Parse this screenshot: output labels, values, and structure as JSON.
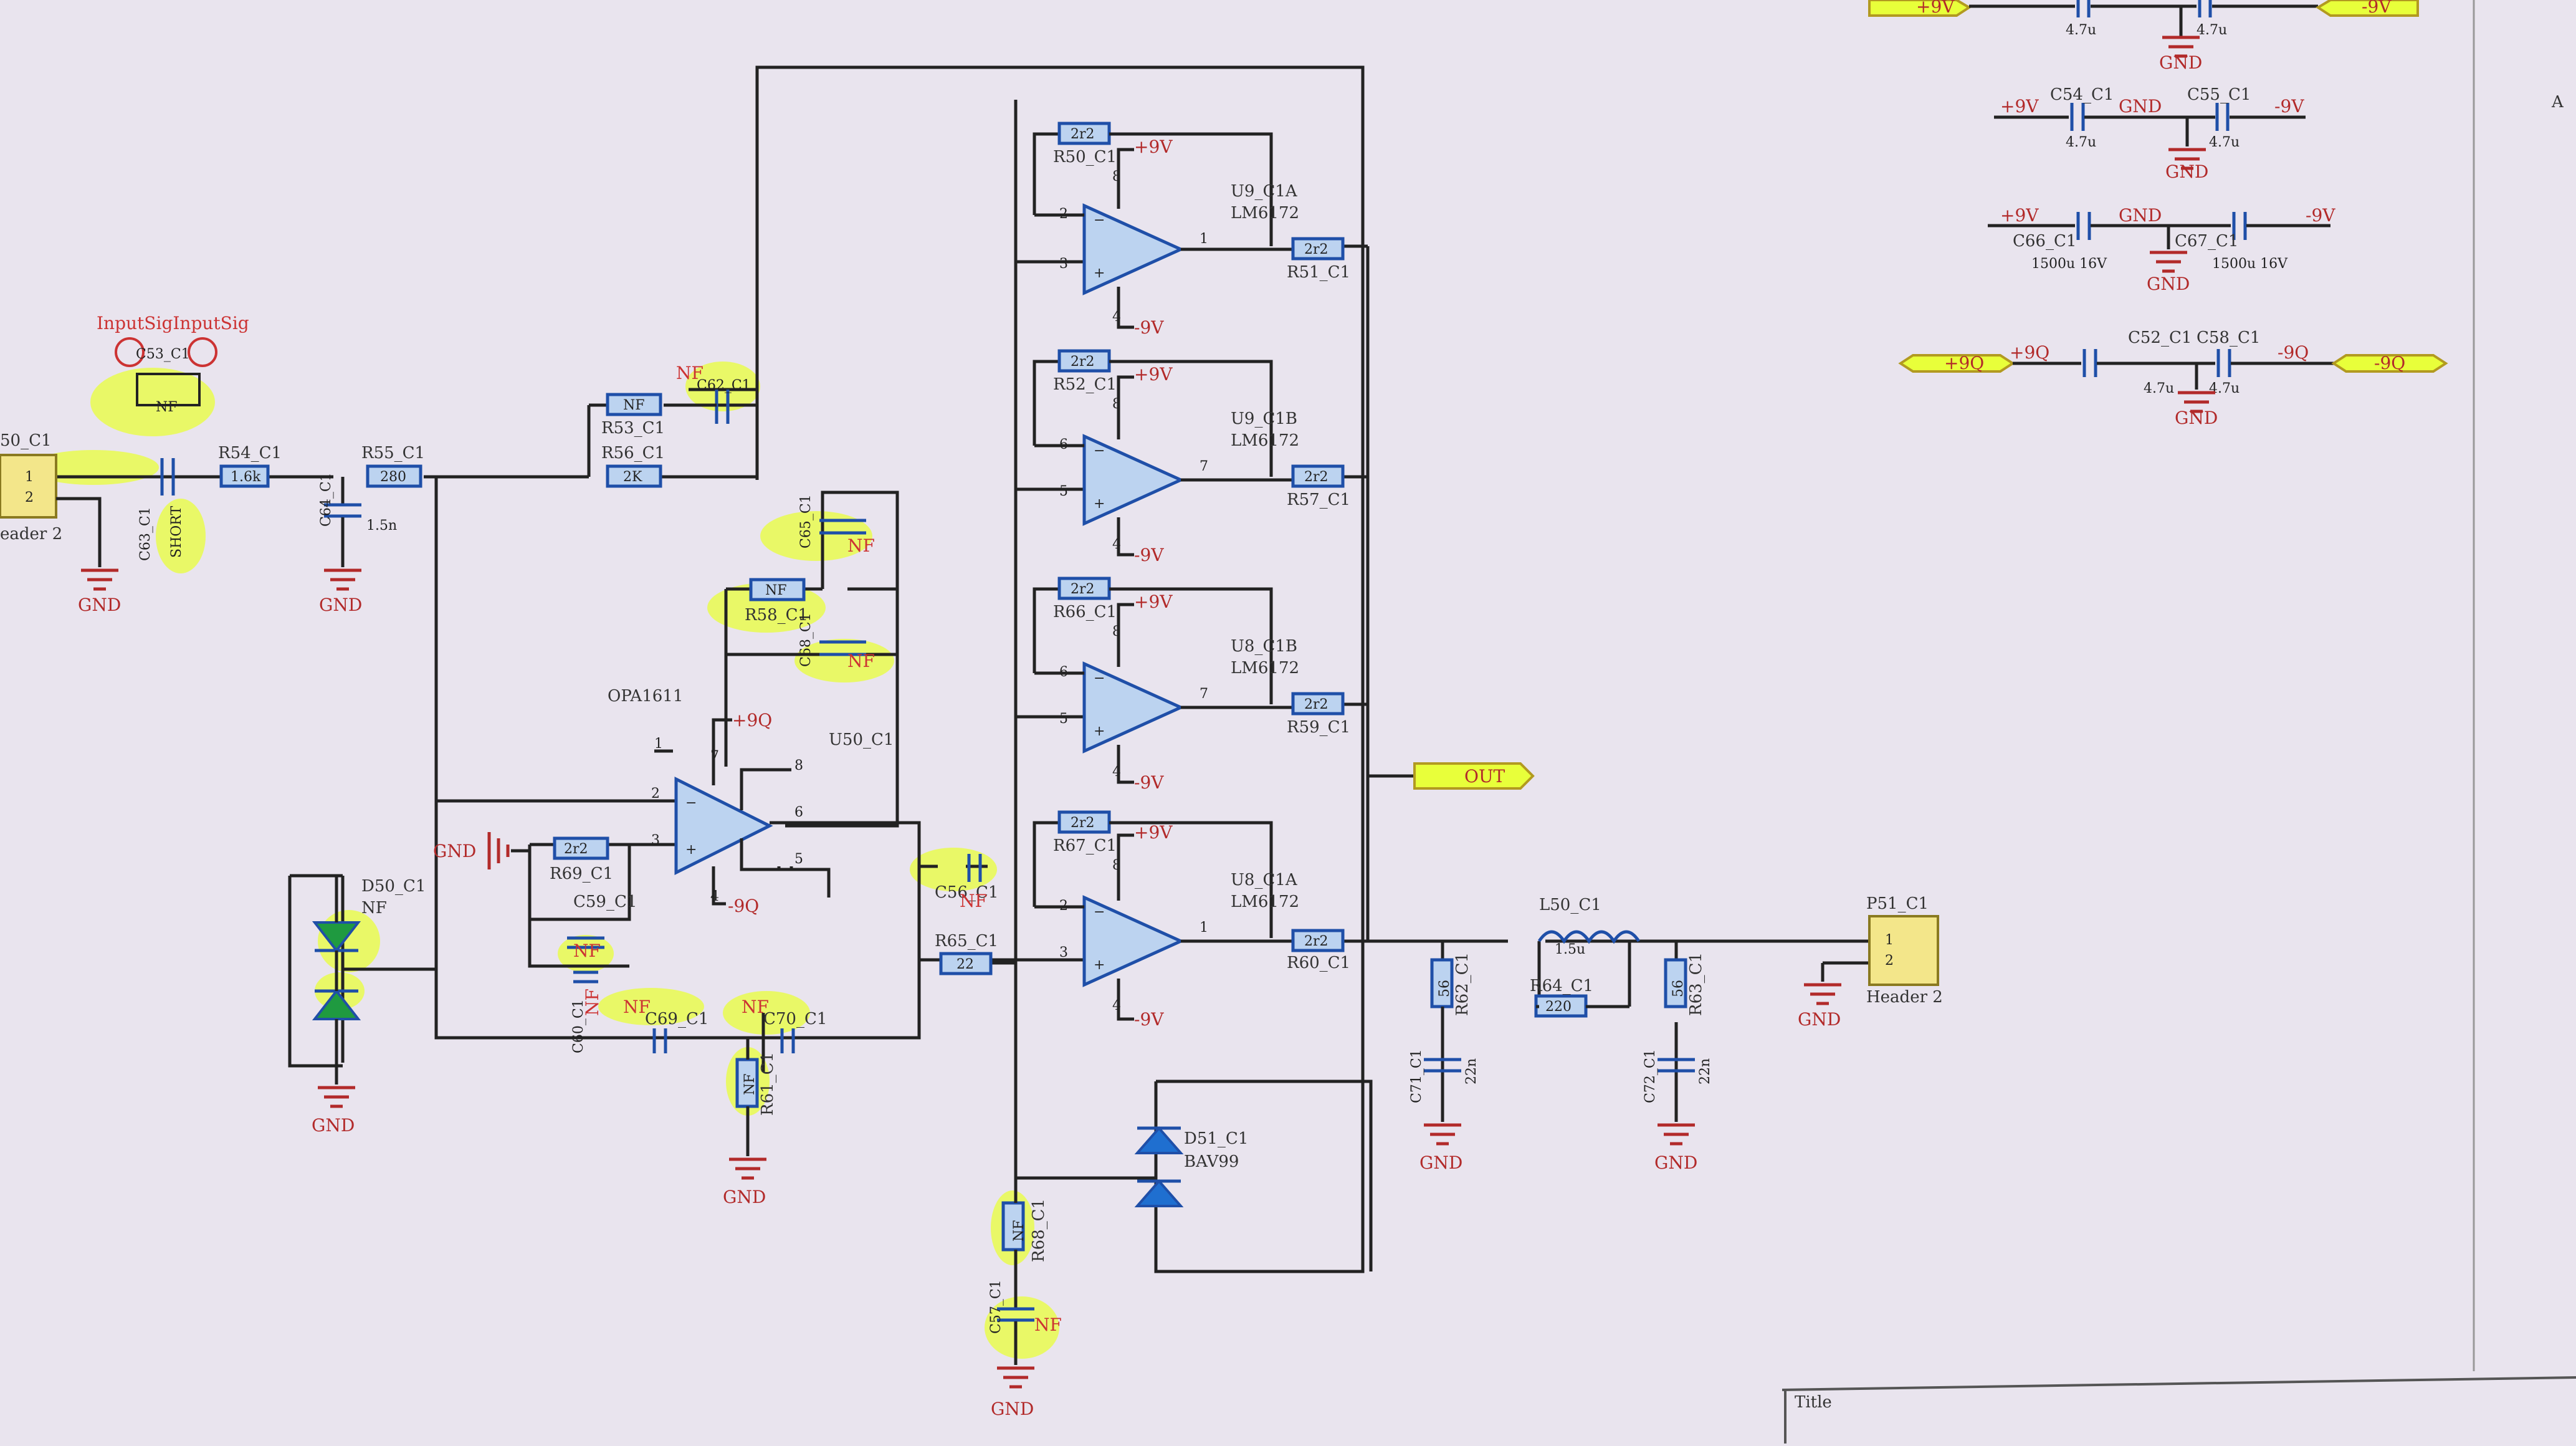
{
  "schematic": {
    "title_block_label": "Title",
    "edge_marker": "A",
    "input_label": "InputSigInputSig",
    "connectors": {
      "left": {
        "designator": "50_C1",
        "pins": [
          "1",
          "2"
        ],
        "type": "eader 2"
      },
      "right": {
        "designator": "P51_C1",
        "pins": [
          "1",
          "2"
        ],
        "type": "Header 2"
      }
    },
    "ports": {
      "out": "OUT",
      "p9v": "+9V",
      "m9v": "-9V",
      "p9q": "+9Q",
      "m9q": "-9Q"
    },
    "gnd": "GND",
    "power": {
      "p9v": "+9V",
      "m9v": "-9V",
      "p9q": "+9Q",
      "m9q": "-9Q"
    },
    "input_stage": {
      "c53": {
        "des": "C53_C1",
        "val": "NF"
      },
      "c63": {
        "des": "C63_C1",
        "val": "SHORT"
      },
      "r54": {
        "des": "R54_C1",
        "val": "1.6k"
      },
      "c64": {
        "des": "C64_C1",
        "val": "1.5n"
      },
      "r55": {
        "des": "R55_C1",
        "val": "280"
      },
      "r53": {
        "des": "R53_C1",
        "val": "NF"
      },
      "r56": {
        "des": "R56_C1",
        "val": "2K"
      },
      "c62": {
        "des": "C62_C1",
        "val": "NF"
      },
      "d50": {
        "des": "D50_C1",
        "val": "NF"
      }
    },
    "opamp_main": {
      "name": "OPA1611",
      "des": "U50_C1",
      "pins": [
        "2",
        "3",
        "6",
        "7",
        "4",
        "8",
        "5",
        "1"
      ]
    },
    "servo": {
      "r58": {
        "des": "R58_C1",
        "val": "NF"
      },
      "c65": {
        "des": "C65_C1",
        "val": "NF"
      },
      "c68": {
        "des": "C68_C1",
        "val": "NF"
      },
      "r69": {
        "des": "R69_C1",
        "val": "2r2"
      },
      "c59": {
        "des": "C59_C1",
        "val": "NF"
      },
      "c60": {
        "des": "C60_C1",
        "val": "NF"
      },
      "c69": {
        "des": "C69_C1",
        "val": "NF"
      },
      "c70": {
        "des": "C70_C1",
        "val": "NF"
      },
      "r61": {
        "des": "R61_C1",
        "val": "NF"
      },
      "c56": {
        "des": "C56_C1",
        "val": "NF"
      },
      "r65": {
        "des": "R65_C1",
        "val": "22"
      },
      "r68": {
        "des": "R68_C1",
        "val": "NF"
      },
      "c57": {
        "des": "C57_C1",
        "val": "NF"
      }
    },
    "buffers": [
      {
        "des": "U9_C1A",
        "part": "LM6172",
        "rf": {
          "des": "R50_C1",
          "val": "2r2"
        },
        "ro": {
          "des": "R51_C1",
          "val": "2r2"
        },
        "pins": [
          "2",
          "3",
          "1",
          "8",
          "4"
        ]
      },
      {
        "des": "U9_C1B",
        "part": "LM6172",
        "rf": {
          "des": "R52_C1",
          "val": "2r2"
        },
        "ro": {
          "des": "R57_C1",
          "val": "2r2"
        },
        "pins": [
          "6",
          "5",
          "7",
          "8",
          "4"
        ]
      },
      {
        "des": "U8_C1B",
        "part": "LM6172",
        "rf": {
          "des": "R66_C1",
          "val": "2r2"
        },
        "ro": {
          "des": "R59_C1",
          "val": "2r2"
        },
        "pins": [
          "6",
          "5",
          "7",
          "8",
          "4"
        ]
      },
      {
        "des": "U8_C1A",
        "part": "LM6172",
        "rf": {
          "des": "R67_C1",
          "val": "2r2"
        },
        "ro": {
          "des": "R60_C1",
          "val": "2r2"
        },
        "pins": [
          "2",
          "3",
          "1",
          "8",
          "4"
        ]
      }
    ],
    "d51": {
      "des": "D51_C1",
      "val": "BAV99"
    },
    "output": {
      "r62": {
        "des": "R62_C1",
        "val": "56"
      },
      "c71": {
        "des": "C71_C1",
        "val": "22n"
      },
      "l50": {
        "des": "L50_C1",
        "val": "1.5u"
      },
      "r64": {
        "des": "R64_C1",
        "val": "220"
      },
      "r63": {
        "des": "R63_C1",
        "val": "56"
      },
      "c72": {
        "des": "C72_C1",
        "val": "22n"
      }
    },
    "decoupling": {
      "top": {
        "val": "4.7u"
      },
      "c54": {
        "des": "C54_C1",
        "val": "4.7u"
      },
      "c55": {
        "des": "C55_C1",
        "val": "4.7u"
      },
      "c66": {
        "des": "C66_C1",
        "val": "1500u 16V"
      },
      "c67": {
        "des": "C67_C1",
        "val": "1500u 16V"
      },
      "c52": {
        "des": "C52_C1",
        "val": "4.7u"
      },
      "c58": {
        "des": "C58_C1",
        "val": "4.7u"
      }
    }
  }
}
